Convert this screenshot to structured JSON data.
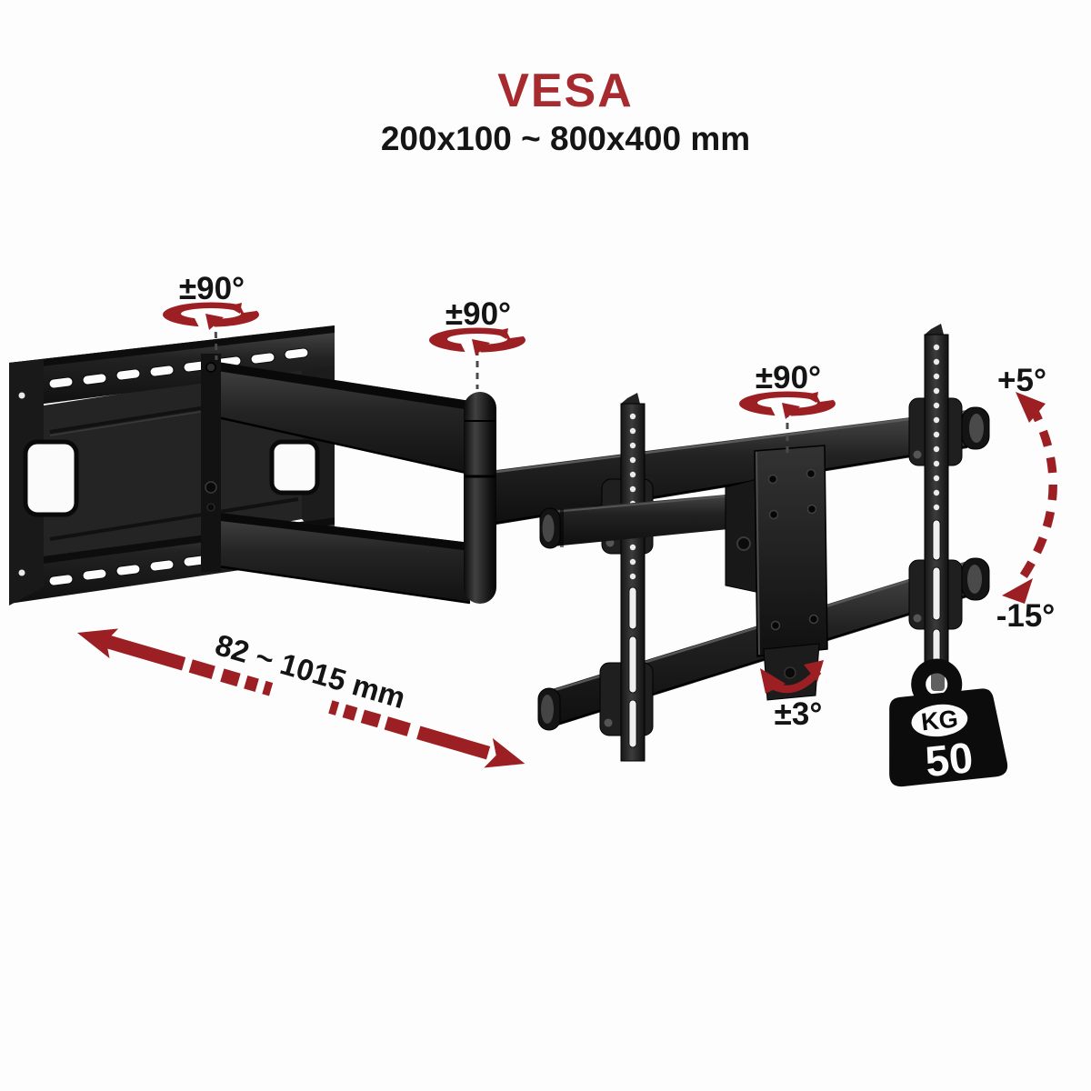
{
  "header": {
    "title": "VESA",
    "subtitle": "200x100 ~ 800x400 mm"
  },
  "diagram": {
    "rotation_labels": {
      "wall_swivel": "±90°",
      "arm_swivel": "±90°",
      "plate_swivel": "±90°"
    },
    "tilt": {
      "up": "+5°",
      "down": "-15°"
    },
    "level_adjustment": "±3°",
    "extension_range": "82 ~ 1015 mm",
    "weight_capacity": {
      "unit": "KG",
      "value": "50"
    }
  },
  "icons": {
    "swivel": "rotation-ellipse-arrow-icon",
    "tilt": "curved-dashed-arrow-icon",
    "level": "double-curved-arrow-icon",
    "extension": "double-headed-dashed-arrow-icon",
    "weight": "kettlebell-weight-icon"
  },
  "colors": {
    "accent_red": "#9c1f24",
    "title_red": "#a62a2e",
    "text_black": "#141414",
    "metal_dark": "#141414",
    "metal_mid": "#2a2a2a",
    "metal_light": "#4a4a4a",
    "background": "#fdfdfd",
    "weight_black": "#0c0c0c"
  }
}
